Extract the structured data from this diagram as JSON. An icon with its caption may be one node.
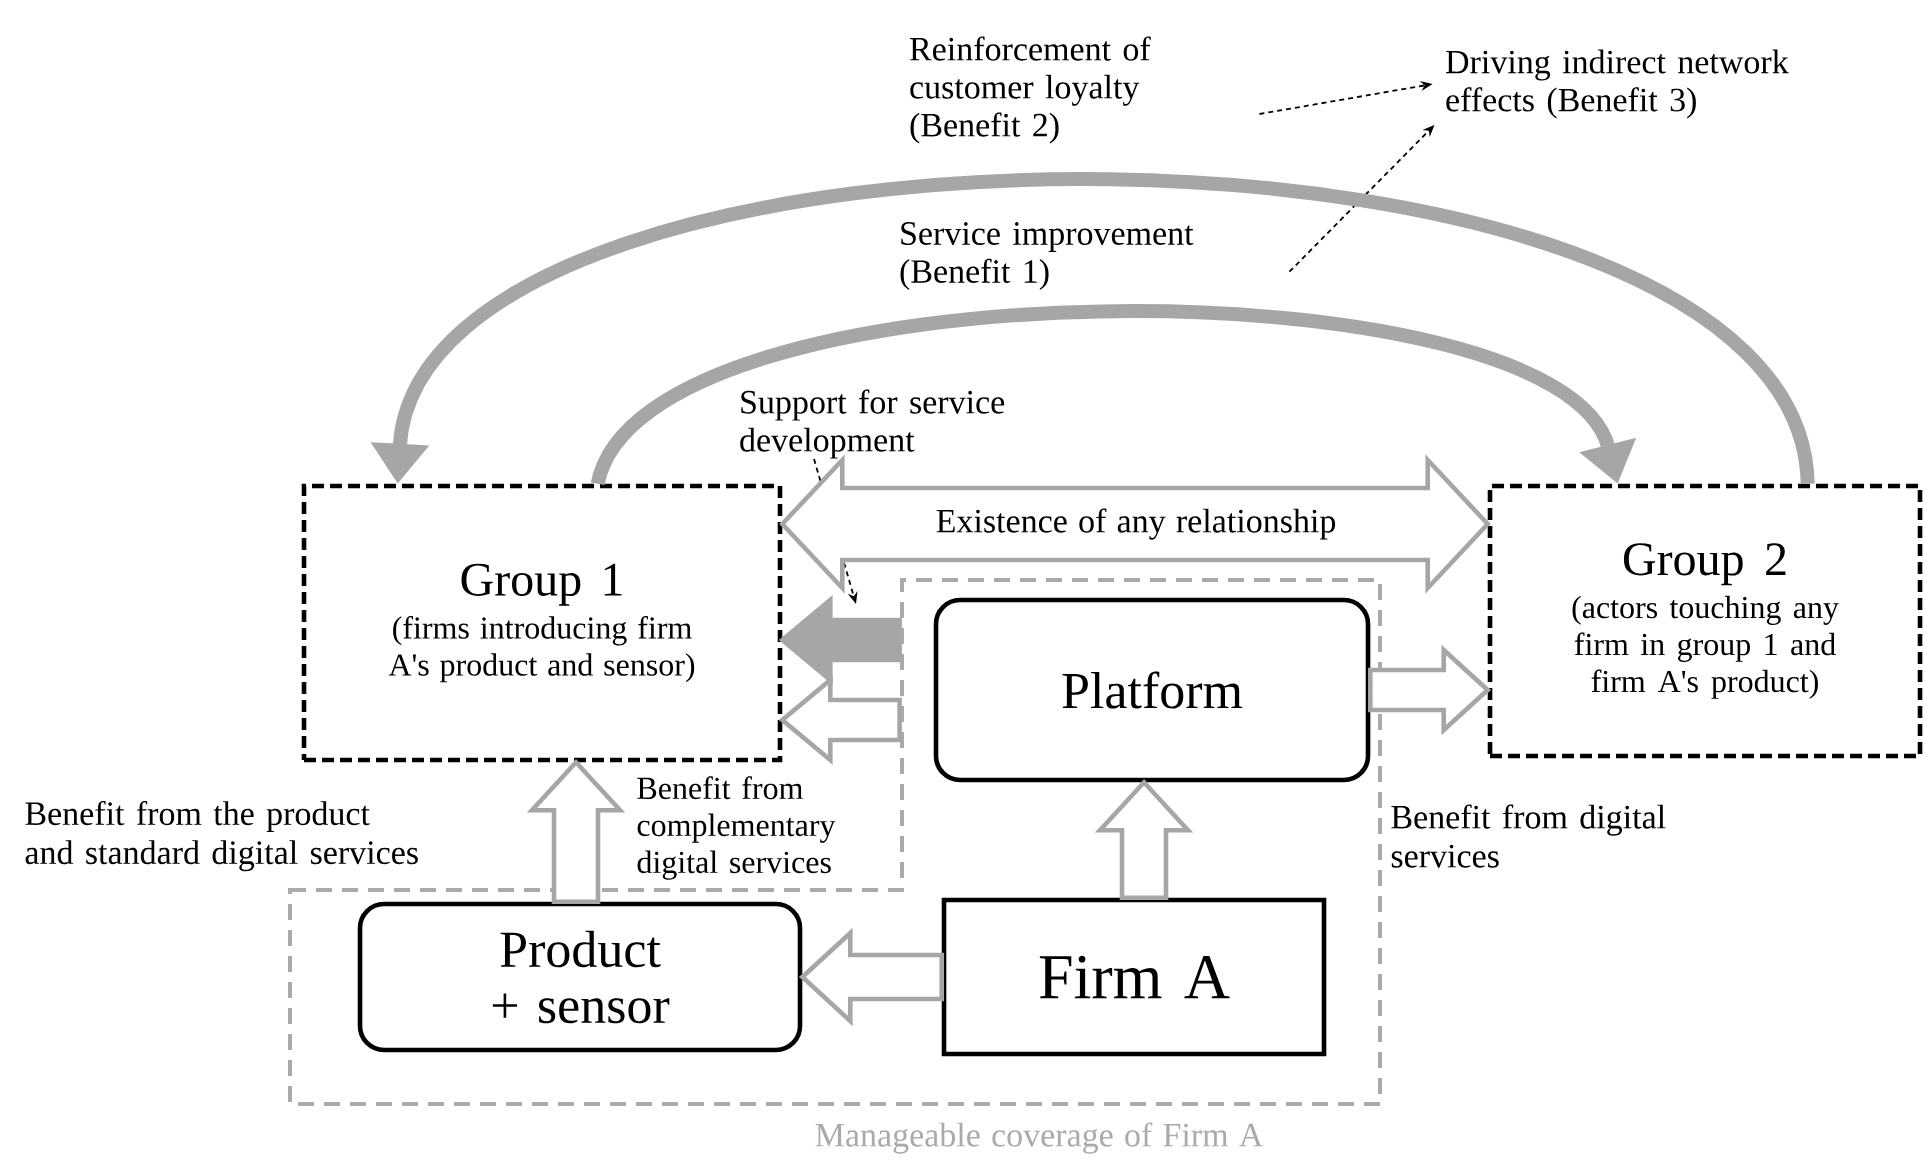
{
  "diagram": {
    "nodes": [
      {
        "text": [
          "Reinforcement of customer loyalty (Benefit 2)"
        ]
      },
      {
        "text": [
          "Driving indirect network effects (Benefit 3)"
        ]
      },
      {
        "text": [
          "Service improvement (Benefit 1)"
        ]
      },
      {
        "text": [
          "Support for service development"
        ]
      },
      {
        "text": [
          "Group 1",
          "(firms introducing firm A's product and sensor)"
        ]
      },
      {
        "text": [
          "Group 2",
          "(actors touching any firm in group 1 and firm A's product)"
        ]
      },
      {
        "text": [
          "Manageable coverage of Firm A"
        ]
      },
      {
        "text": [
          "Platform"
        ],
        "in": 6
      },
      {
        "text": [
          "Product + sensor"
        ],
        "in": 6
      },
      {
        "text": [
          "Firm A"
        ],
        "in": 6
      }
    ],
    "edges": [
      {
        "from": 0,
        "to": 1,
        "arrow": "to",
        "style": "dashed",
        "color": "#000000"
      },
      {
        "from": 2,
        "to": 1,
        "arrow": "to",
        "style": "dashed",
        "color": "#000000"
      },
      {
        "from": 3,
        "to": null,
        "arrow": "to",
        "style": "dashed",
        "color": "#000000"
      },
      {
        "from": 5,
        "to": 4,
        "arrow": "to",
        "style": "thick",
        "color": "#a6a6a6"
      },
      {
        "from": 4,
        "to": 5,
        "arrow": "to",
        "style": "thick",
        "color": "#a6a6a6"
      },
      {
        "from": 4,
        "to": 5,
        "arrow": "both",
        "label": "Existence of any relationship"
      },
      {
        "from": 6,
        "to": 4,
        "arrow": "to",
        "color": "#a6a6a6"
      },
      {
        "from": 6,
        "to": 4,
        "arrow": "to"
      },
      {
        "from": 7,
        "to": 5,
        "arrow": "to"
      },
      {
        "from": 8,
        "to": 4,
        "arrow": "to"
      },
      {
        "from": 9,
        "to": 7,
        "arrow": "to"
      },
      {
        "from": 9,
        "to": 8,
        "arrow": "to"
      }
    ],
    "labels": [
      "Benefit from the product and standard digital services",
      "Benefit from complementary digital services",
      "Benefit from digital services"
    ]
  }
}
